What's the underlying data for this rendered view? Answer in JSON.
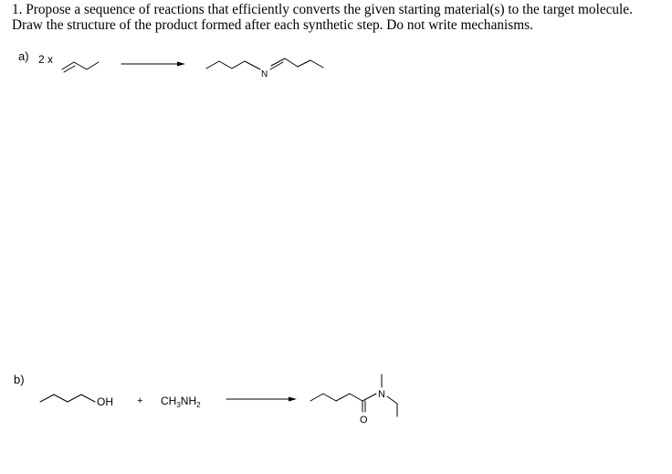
{
  "question": {
    "line1": "1. Propose a sequence of reactions that efficiently converts the given starting material(s) to the target molecule.",
    "line2": "Draw the structure of the product formed after each synthetic step. Do not write mechanisms."
  },
  "part_a": {
    "label": "a)",
    "multiplier": "2 x",
    "product_heteroatom": "N"
  },
  "part_b": {
    "label": "b)",
    "alcohol_group": "OH",
    "plus": "+",
    "amine_reagent": {
      "prefix": "CH",
      "sub1": "3",
      "middle": "NH",
      "sub2": "2"
    },
    "product_nitrogen": "N",
    "product_oxygen": "O"
  },
  "colors": {
    "text": "#000000",
    "background": "#ffffff"
  }
}
